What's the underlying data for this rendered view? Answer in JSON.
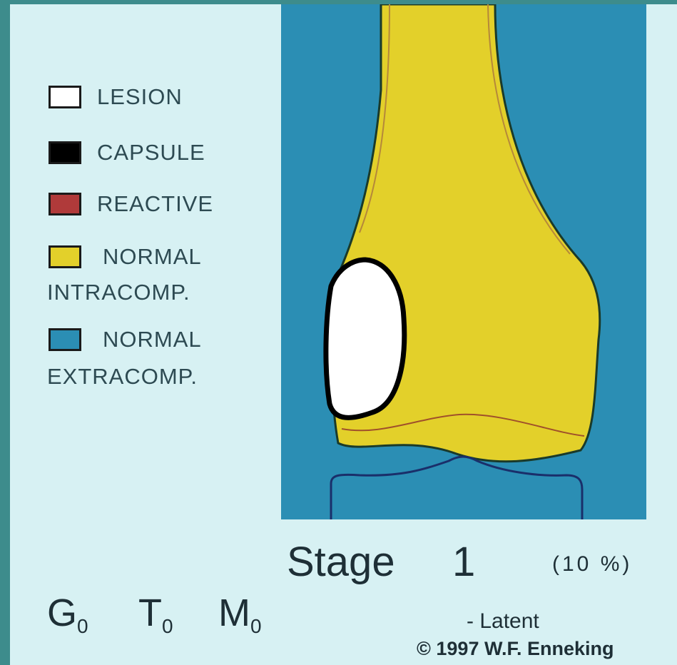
{
  "legend": {
    "lesion": {
      "label": "LESION",
      "color": "#ffffff"
    },
    "capsule": {
      "label": "CAPSULE",
      "color": "#000000"
    },
    "reactive": {
      "label": "REACTIVE",
      "color": "#b03a3a"
    },
    "normal_intra": {
      "label_line1": "NORMAL",
      "label_line2": "INTRACOMP.",
      "color": "#e3d02a"
    },
    "normal_extra": {
      "label_line1": "NORMAL",
      "label_line2": "EXTRACOMP.",
      "color": "#2b8eb4"
    }
  },
  "stage": {
    "word": "Stage",
    "number": "1",
    "percent": "(10 %)"
  },
  "classification": {
    "g": "G",
    "g_sub": "0",
    "t": "T",
    "t_sub": "0",
    "m": "M",
    "m_sub": "0"
  },
  "descriptor": "- Latent",
  "copyright": "© 1997 W.F. Enneking",
  "colors": {
    "slide_bg": "#d7f1f3",
    "border": "#3d8c8c",
    "bone": "#e3d02a",
    "soft_tissue": "#2b8eb4"
  }
}
